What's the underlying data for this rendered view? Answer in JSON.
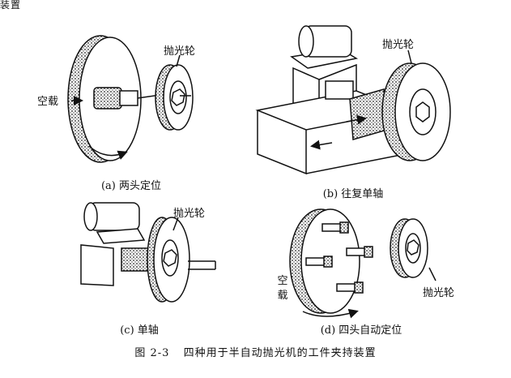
{
  "header_fragment": "装置",
  "panels": [
    {
      "id": "a",
      "caption": "(a) 两头定位",
      "wheel_label": "抛光轮",
      "side_label": "空载"
    },
    {
      "id": "b",
      "caption": "(b) 往复单轴",
      "wheel_label": "抛光轮"
    },
    {
      "id": "c",
      "caption": "(c) 单轴",
      "wheel_label": "抛光轮"
    },
    {
      "id": "d",
      "caption": "(d) 四头自动定位",
      "wheel_label": "抛光轮",
      "side_label_top": "空",
      "side_label_bottom": "载"
    }
  ],
  "figure_caption": {
    "number": "图 2-3",
    "text": "四种用于半自动抛光机的工件夹持装置"
  }
}
